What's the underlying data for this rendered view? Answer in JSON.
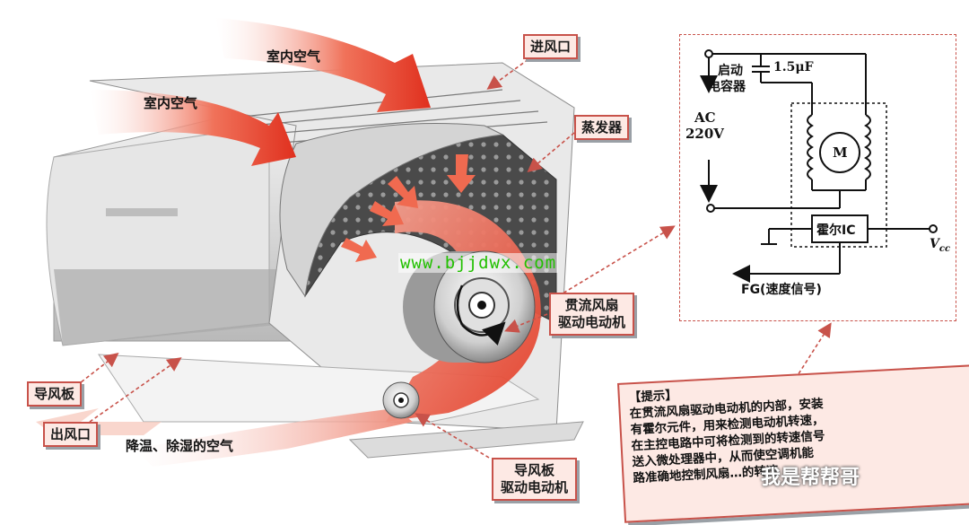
{
  "labels": {
    "indoor_air_1": "室内空气",
    "indoor_air_2": "室内空气",
    "air_inlet": "进风口",
    "evaporator": "蒸发器",
    "crossflow_motor_line1": "贯流风扇",
    "crossflow_motor_line2": "驱动电动机",
    "air_guide": "导风板",
    "air_outlet": "出风口",
    "cooled_air": "降温、除湿的空气",
    "guide_motor_line1": "导风板",
    "guide_motor_line2": "驱动电动机"
  },
  "watermark": "www.bjjdwx.com",
  "circuit": {
    "capacitor_line1": "启动",
    "capacitor_line2": "电容器",
    "capacitor_value": "1.5μF",
    "ac_line1": "AC",
    "ac_line2": "220V",
    "motor": "M",
    "hall_ic": "霍尔IC",
    "vcc": "V",
    "vcc_sub": "cc",
    "fg": "FG(速度信号)"
  },
  "note": {
    "title": "【提示】",
    "lines": [
      "在贯流风扇驱动电动机的内部，安装",
      "有霍尔元件，用来检测电动机转速，",
      "在主控电路中可将检测到的转速信号",
      "送入微处理器中，从而使空调机能",
      "路准确地控制风扇…的转速"
    ]
  },
  "corner_watermark": "我是帮帮哥",
  "colors": {
    "callout_fill": "#fde9e4",
    "callout_border": "#c8524a",
    "airflow_red": "#e8402a",
    "watermark_green": "#22c000"
  }
}
